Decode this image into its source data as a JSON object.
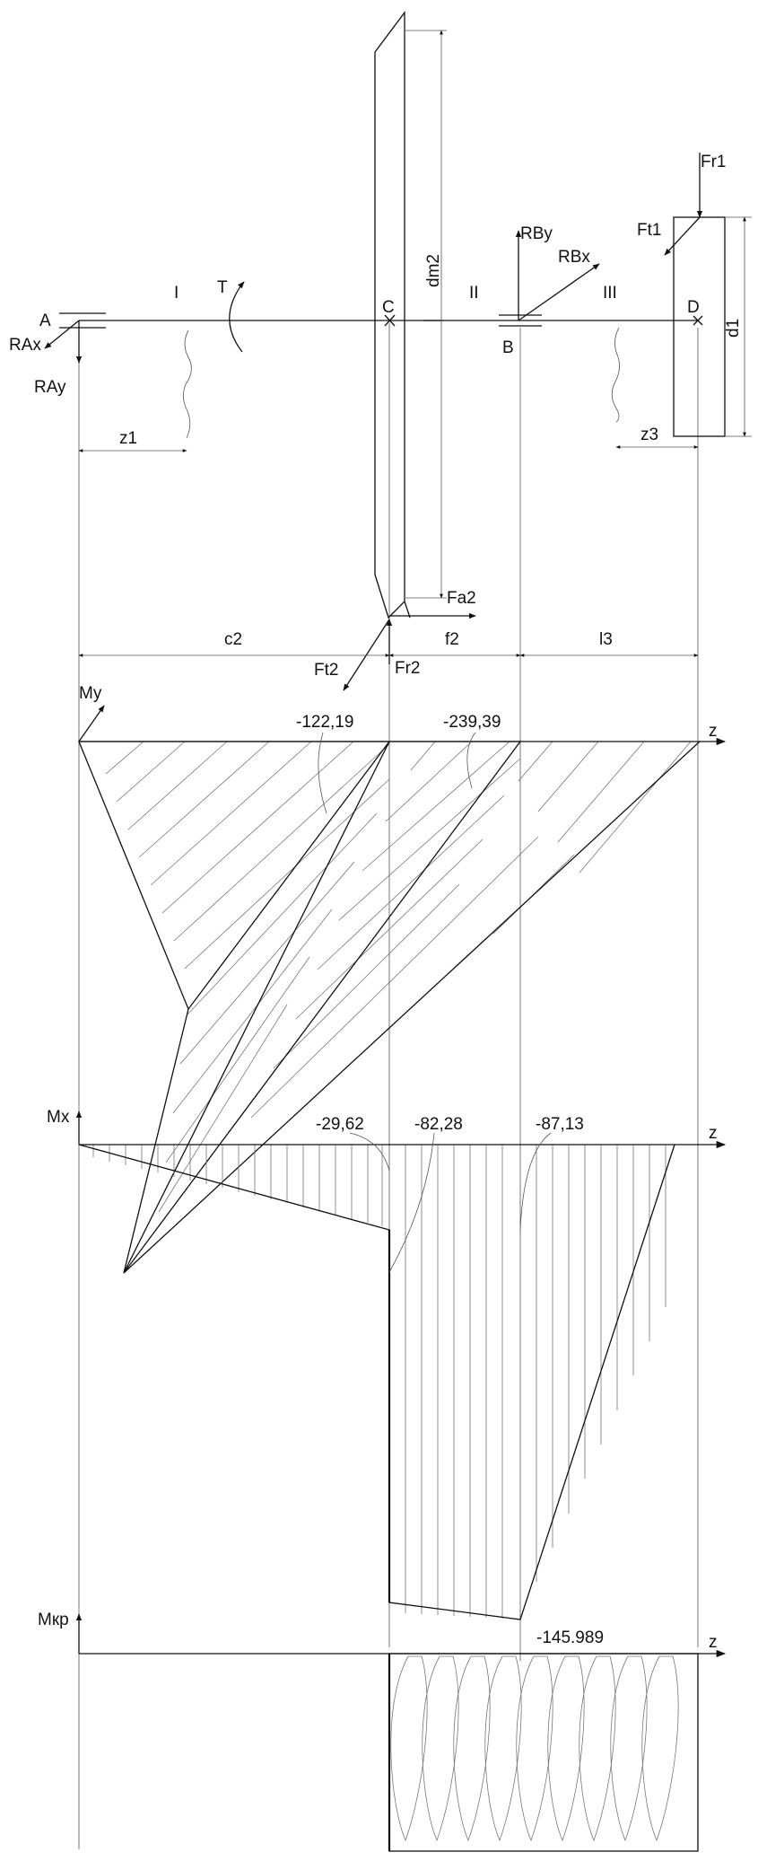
{
  "labels": {
    "A": "A",
    "B": "B",
    "C": "C",
    "D": "D",
    "RAx": "RAx",
    "RAy": "RAy",
    "RBy": "RBy",
    "RBx": "RBx",
    "Fr1": "Fr1",
    "Ft1": "Ft1",
    "Fa2": "Fa2",
    "Fr2": "Fr2",
    "Ft2": "Ft2",
    "T": "T",
    "sec1": "I",
    "sec2": "II",
    "sec3": "III",
    "z1": "z1",
    "z3": "z3",
    "dm2": "dm2",
    "d1": "d1",
    "c2": "c2",
    "f2": "f2",
    "l3": "l3"
  },
  "diagrams": {
    "my": {
      "axis_label": "My",
      "z_label": "z",
      "values": [
        "-122,19",
        "-239,39"
      ]
    },
    "mx": {
      "axis_label": "Mx",
      "z_label": "z",
      "values": [
        "-29,62",
        "-82,28",
        "-87,13"
      ]
    },
    "mkr": {
      "axis_label": "Мкр",
      "z_label": "z",
      "value": "-145.989"
    }
  }
}
